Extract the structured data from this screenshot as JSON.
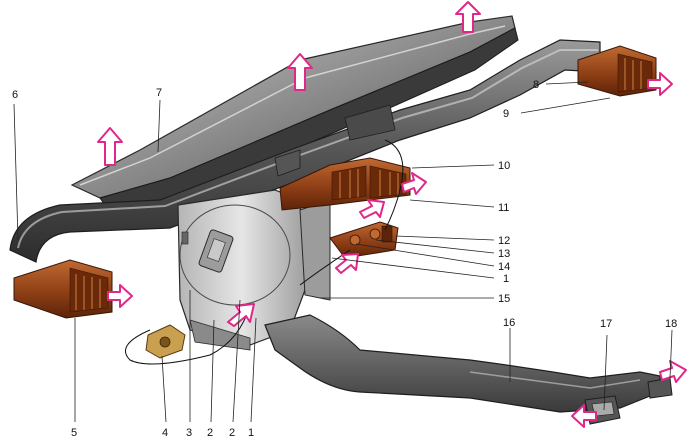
{
  "colors": {
    "duct_dark": "#3c3c3c",
    "duct_mid": "#7a7a7a",
    "duct_light": "#c4c4c4",
    "nozzle": "#8a3c14",
    "nozzle_light": "#c06a32",
    "arrow": "#e0288a",
    "housing": "#d9d9d9"
  },
  "callouts": [
    {
      "id": "1",
      "text": "1"
    },
    {
      "id": "1b",
      "text": "1"
    },
    {
      "id": "2",
      "text": "2"
    },
    {
      "id": "3",
      "text": "3"
    },
    {
      "id": "4",
      "text": "4"
    },
    {
      "id": "5",
      "text": "5"
    },
    {
      "id": "6",
      "text": "6"
    },
    {
      "id": "7",
      "text": "7"
    },
    {
      "id": "8",
      "text": "8"
    },
    {
      "id": "9",
      "text": "9"
    },
    {
      "id": "10",
      "text": "10"
    },
    {
      "id": "11",
      "text": "11"
    },
    {
      "id": "12",
      "text": "12"
    },
    {
      "id": "13",
      "text": "13"
    },
    {
      "id": "14",
      "text": "14"
    },
    {
      "id": "15",
      "text": "15"
    },
    {
      "id": "16",
      "text": "16"
    },
    {
      "id": "17",
      "text": "17"
    },
    {
      "id": "18a",
      "text": "18"
    },
    {
      "id": "18b",
      "text": "18"
    }
  ]
}
